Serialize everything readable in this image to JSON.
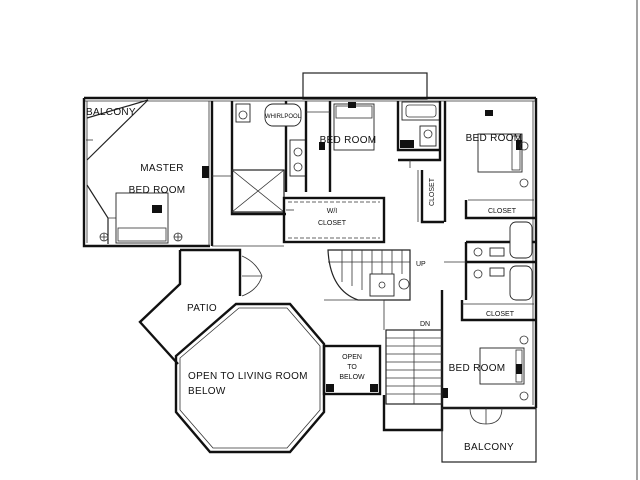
{
  "rooms": {
    "balcony_top": "BALCONY",
    "master_line1": "MASTER",
    "master_line2": "BED ROOM",
    "bed_room_center": "BED ROOM",
    "bed_room_right_top": "BED ROOM",
    "closet_right_top": "CLOSET",
    "closet_vertical": "CLOSET",
    "wi_closet_line1": "W/I",
    "wi_closet_line2": "CLOSET",
    "patio": "PATIO",
    "open_living_line1": "OPEN TO LIVING ROOM",
    "open_living_line2": "BELOW",
    "open_below_line1": "OPEN",
    "open_below_line2": "TO",
    "open_below_line3": "BELOW",
    "closet_right_bottom": "CLOSET",
    "bed_room_right_bottom": "BED ROOM",
    "balcony_bottom": "BALCONY"
  },
  "stairs": {
    "up_label": "UP",
    "down_label": "DN"
  },
  "fixtures": {
    "tub_label": "WHIRLPOOL"
  }
}
